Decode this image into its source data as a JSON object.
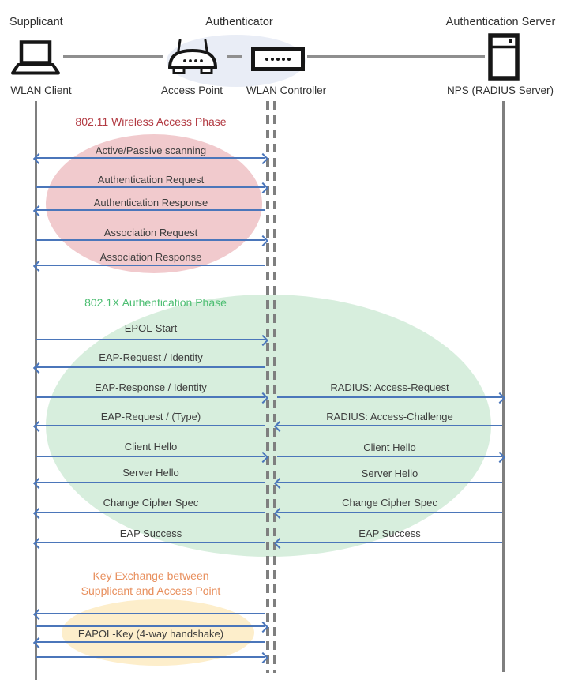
{
  "header": {
    "roles": [
      {
        "label": "Supplicant"
      },
      {
        "label": "Authenticator"
      },
      {
        "label": "Authentication Server"
      }
    ],
    "nodes": [
      {
        "label": "WLAN Client",
        "icon": "laptop-icon"
      },
      {
        "label": "Access Point",
        "icon": "wireless-router-icon"
      },
      {
        "label": "WLAN Controller",
        "icon": "controller-icon"
      },
      {
        "label": "NPS (RADIUS Server)",
        "icon": "server-icon"
      }
    ]
  },
  "colors": {
    "arrow": "#4b76ba",
    "lifeline": "#7f7f7f",
    "phase1_title": "#b23a42",
    "phase1_fill": "#f1cacd",
    "phase2_title": "#4dbe72",
    "phase2_fill": "#d7eedd",
    "phase3_title": "#e88f5d",
    "phase3_fill": "#fdeecb",
    "authenticator_group_fill": "#e9edf6"
  },
  "phase1": {
    "title": "802.11 Wireless Access Phase",
    "messages": [
      {
        "label": "Active/Passive scanning",
        "direction": "both"
      },
      {
        "label": "Authentication Request",
        "direction": "right"
      },
      {
        "label": "Authentication Response",
        "direction": "left"
      },
      {
        "label": "Association Request",
        "direction": "right"
      },
      {
        "label": "Association Response",
        "direction": "left"
      }
    ]
  },
  "phase2": {
    "title": "802.1X Authentication Phase",
    "left_messages": [
      {
        "label": "EPOL-Start",
        "direction": "right"
      },
      {
        "label": "EAP-Request / Identity",
        "direction": "left"
      },
      {
        "label": "EAP-Response / Identity",
        "direction": "right"
      },
      {
        "label": "EAP-Request / (Type)",
        "direction": "left"
      },
      {
        "label": "Client Hello",
        "direction": "right"
      },
      {
        "label": "Server Hello",
        "direction": "left"
      },
      {
        "label": "Change Cipher Spec",
        "direction": "left"
      },
      {
        "label": "EAP Success",
        "direction": "left"
      }
    ],
    "right_messages": [
      {
        "label": "RADIUS: Access-Request",
        "direction": "right"
      },
      {
        "label": "RADIUS: Access-Challenge",
        "direction": "left"
      },
      {
        "label": "Client Hello",
        "direction": "right"
      },
      {
        "label": "Server Hello",
        "direction": "left"
      },
      {
        "label": "Change Cipher Spec",
        "direction": "left"
      },
      {
        "label": "EAP Success",
        "direction": "left"
      }
    ]
  },
  "phase3": {
    "title_line1": "Key Exchange between",
    "title_line2": "Supplicant and Access Point",
    "handshake_label": "EAPOL-Key (4-way handshake)",
    "arrows": [
      {
        "direction": "left"
      },
      {
        "direction": "right"
      },
      {
        "direction": "left"
      },
      {
        "direction": "right"
      }
    ]
  }
}
